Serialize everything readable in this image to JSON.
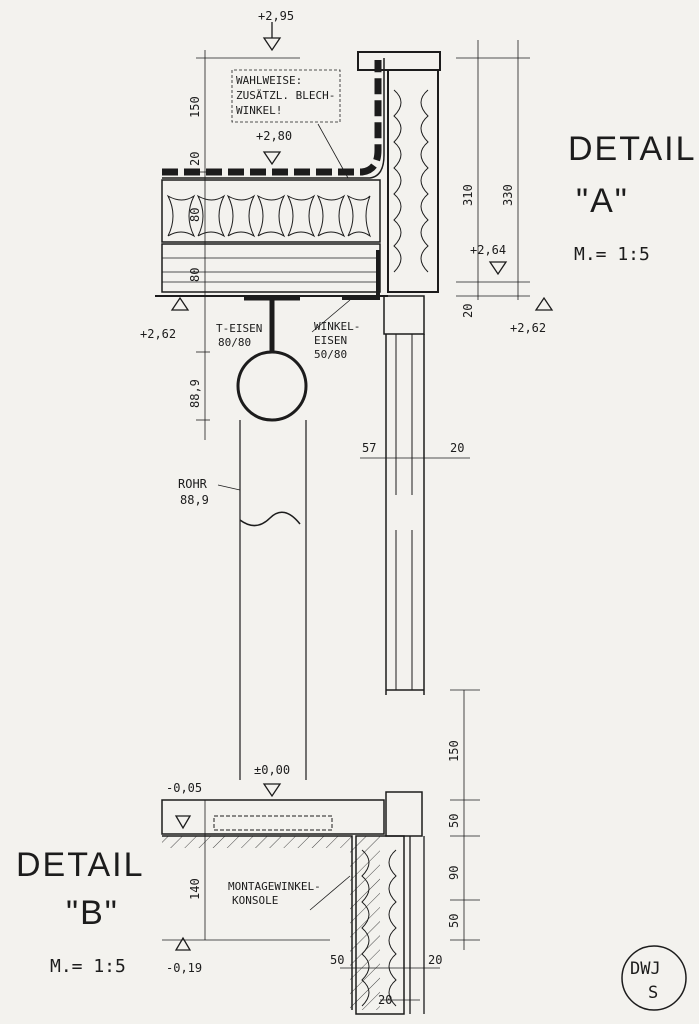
{
  "detail_a": {
    "title": "DETAIL",
    "letter": "\"A\"",
    "scale": "M.= 1:5",
    "note_line1": "WAHLWEISE:",
    "note_line2": "ZUSÄTZL. BLECH-",
    "note_line3": "WINKEL!",
    "elev_top": "+2,95",
    "elev_roof": "+2,80",
    "elev_264": "+2,64",
    "elev_262_left": "+2,62",
    "elev_262_right": "+2,62",
    "dim_150": "150",
    "dim_20a": "20",
    "dim_80a": "80",
    "dim_80b": "80",
    "dim_889": "88,9",
    "dim_310": "310",
    "dim_330": "330",
    "dim_20b": "20",
    "dim_57": "57",
    "dim_20c": "20",
    "t_eisen_1": "T-EISEN",
    "t_eisen_2": "80/80",
    "winkel_1": "WINKEL-",
    "winkel_2": "EISEN",
    "winkel_3": "50/80",
    "rohr_1": "ROHR",
    "rohr_2": "88,9"
  },
  "detail_b": {
    "title": "DETAIL",
    "letter": "\"B\"",
    "scale": "M.= 1:5",
    "elev_000": "±0,00",
    "elev_005": "-0,05",
    "elev_019": "-0,19",
    "dim_140": "140",
    "dim_150": "150",
    "dim_50a": "50",
    "dim_90": "90",
    "dim_50b": "50",
    "dim_50c": "50",
    "dim_20a": "20",
    "dim_20b": "20",
    "montage_1": "MONTAGEWINKEL-",
    "montage_2": "KONSOLE"
  },
  "stamp": {
    "line1": "DWJ",
    "line2": "S"
  }
}
